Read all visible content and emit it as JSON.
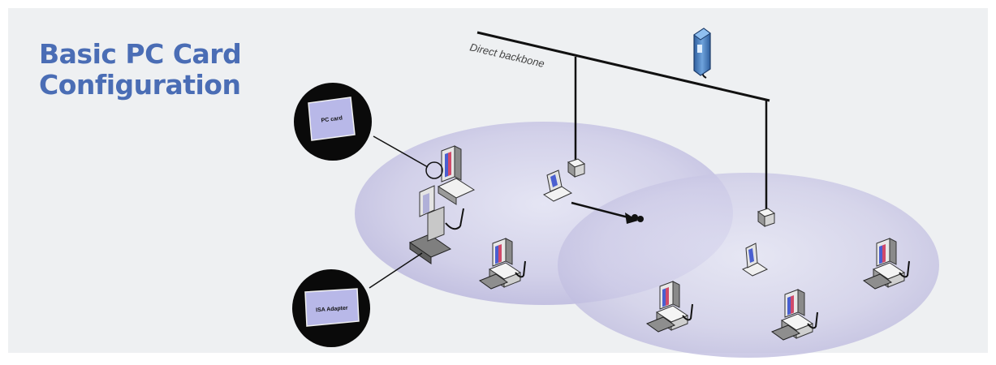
{
  "title": {
    "line1": "Basic PC Card",
    "line2": "Configuration"
  },
  "labels": {
    "backbone": "Direct backbone",
    "pc_card_callout": "PC card",
    "isa_adapter_callout": "ISA Adapter"
  },
  "colors": {
    "title": "#4a6db5",
    "panel_background": "#eef0f2",
    "coverage_area": "#c8c6e4",
    "callout_fill": "#0a0a0a",
    "card_fill": "#b8b8e8",
    "access_point_fill": "#4f86c8"
  },
  "icons": [
    "access-point-icon",
    "pc-card-icon",
    "isa-adapter-icon",
    "workstation-icon",
    "portable-computer-icon",
    "roaming-arrow-icon"
  ]
}
